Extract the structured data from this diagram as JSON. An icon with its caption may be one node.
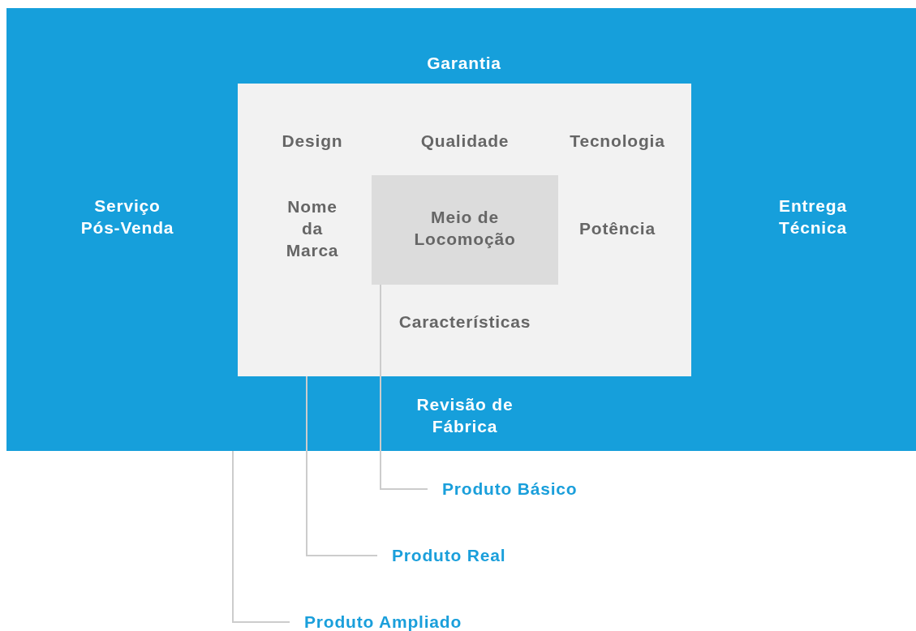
{
  "diagram": {
    "nodes": [
      {
        "text": [
          "Garantia",
          "Serviço Pós-Venda",
          "Entrega Técnica",
          "Revisão de Fábrica"
        ]
      },
      {
        "text": [
          "Design",
          "Qualidade",
          "Tecnologia",
          "Nome da Marca",
          "Potência",
          "Características"
        ],
        "in": 0
      },
      {
        "text": [
          "Meio de Locomoção"
        ],
        "in": 1
      },
      {
        "text": [
          "Produto Básico"
        ]
      },
      {
        "text": [
          "Produto Real"
        ]
      },
      {
        "text": [
          "Produto Ampliado"
        ]
      }
    ],
    "edges": [
      {
        "from": 3,
        "to": 2,
        "arrow": "none"
      },
      {
        "from": 4,
        "to": 1,
        "arrow": "none"
      },
      {
        "from": 5,
        "to": 0,
        "arrow": "none"
      }
    ]
  }
}
